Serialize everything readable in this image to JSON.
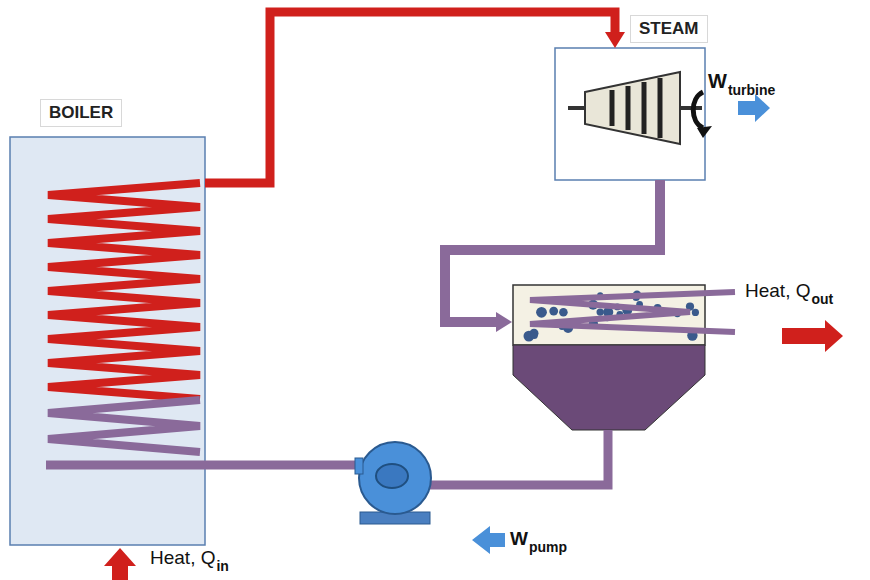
{
  "diagram": {
    "nodes": [
      {
        "text": [
          "BOILER"
        ]
      },
      {
        "text": [
          "STEAM"
        ]
      }
    ],
    "edges": [
      {
        "from": 0,
        "to": 1,
        "arrow": "to"
      }
    ],
    "labels": [
      "W",
      "turbine",
      "Heat, Q",
      "out",
      "W",
      "pump",
      "Heat, Q",
      "in"
    ]
  }
}
